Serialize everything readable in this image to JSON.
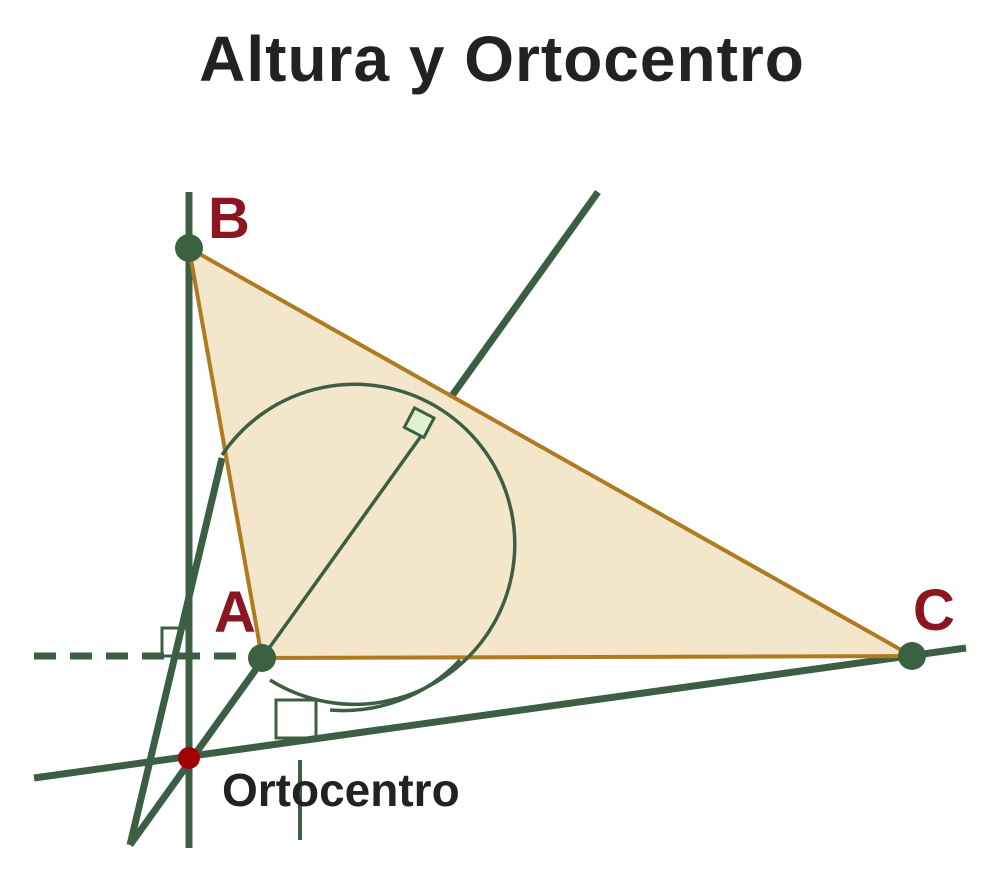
{
  "title": "Altura y Ortocentro",
  "labels": {
    "B": "B",
    "A": "A",
    "C": "C",
    "orthocenter": "Ortocentro"
  },
  "colors": {
    "triangle_fill": "#f3e6cb",
    "triangle_stroke": "#b07a1e",
    "line": "#3c5f43",
    "vertex_point": "#3a6140",
    "orthocenter_point": "#a50000",
    "vertex_label": "#8b1520",
    "right_angle_fill": "#dcf3d2",
    "text": "#222222"
  }
}
